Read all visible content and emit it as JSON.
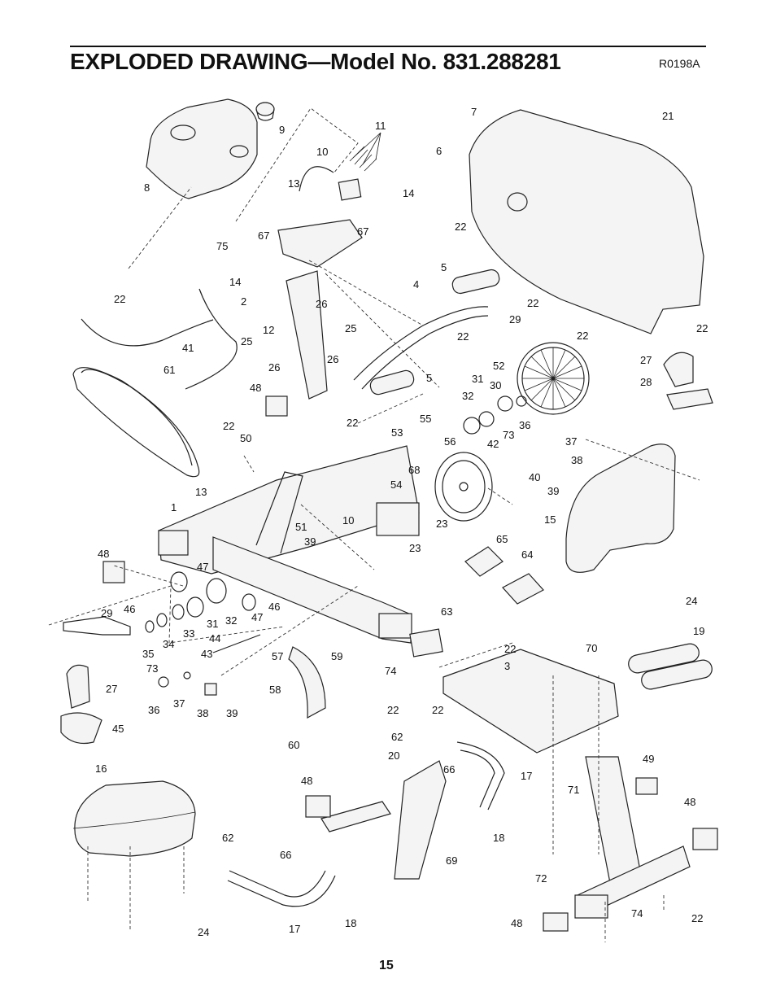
{
  "header": {
    "title": "EXPLODED DRAWING—Model No. 831.288281",
    "ref": "R0198A"
  },
  "footer": {
    "page_number": "15"
  },
  "labels": [
    {
      "id": "l1",
      "text": "9"
    },
    {
      "id": "l2",
      "text": "11"
    },
    {
      "id": "l3",
      "text": "10"
    },
    {
      "id": "l4",
      "text": "13"
    },
    {
      "id": "l5",
      "text": "14"
    },
    {
      "id": "l6",
      "text": "67"
    },
    {
      "id": "l7",
      "text": "8"
    },
    {
      "id": "l8",
      "text": "67"
    },
    {
      "id": "l9",
      "text": "75"
    },
    {
      "id": "l10",
      "text": "14"
    },
    {
      "id": "l11",
      "text": "2"
    },
    {
      "id": "l12",
      "text": "22"
    },
    {
      "id": "l13",
      "text": "12"
    },
    {
      "id": "l14",
      "text": "26"
    },
    {
      "id": "l15",
      "text": "25"
    },
    {
      "id": "l16",
      "text": "25"
    },
    {
      "id": "l17",
      "text": "26"
    },
    {
      "id": "l18",
      "text": "26"
    },
    {
      "id": "l19",
      "text": "41"
    },
    {
      "id": "l20",
      "text": "61"
    },
    {
      "id": "l21",
      "text": "48"
    },
    {
      "id": "l22",
      "text": "22"
    },
    {
      "id": "l23",
      "text": "50"
    },
    {
      "id": "l24",
      "text": "13"
    },
    {
      "id": "l25",
      "text": "1"
    },
    {
      "id": "l26",
      "text": "7"
    },
    {
      "id": "l27",
      "text": "21"
    },
    {
      "id": "l28",
      "text": "6"
    },
    {
      "id": "l29",
      "text": "22"
    },
    {
      "id": "l30",
      "text": "5"
    },
    {
      "id": "l31",
      "text": "4"
    },
    {
      "id": "l32",
      "text": "22"
    },
    {
      "id": "l33",
      "text": "22"
    },
    {
      "id": "l34",
      "text": "22"
    },
    {
      "id": "l35",
      "text": "22"
    },
    {
      "id": "l36",
      "text": "29"
    },
    {
      "id": "l37",
      "text": "27"
    },
    {
      "id": "l38",
      "text": "28"
    },
    {
      "id": "l39",
      "text": "5"
    },
    {
      "id": "l40",
      "text": "22"
    },
    {
      "id": "l41",
      "text": "52"
    },
    {
      "id": "l42",
      "text": "31"
    },
    {
      "id": "l43",
      "text": "30"
    },
    {
      "id": "l44",
      "text": "32"
    },
    {
      "id": "l45",
      "text": "55"
    },
    {
      "id": "l46",
      "text": "53"
    },
    {
      "id": "l47",
      "text": "56"
    },
    {
      "id": "l48",
      "text": "42"
    },
    {
      "id": "l49",
      "text": "73"
    },
    {
      "id": "l50",
      "text": "36"
    },
    {
      "id": "l51",
      "text": "37"
    },
    {
      "id": "l52",
      "text": "38"
    },
    {
      "id": "l53",
      "text": "40"
    },
    {
      "id": "l54",
      "text": "39"
    },
    {
      "id": "l55",
      "text": "68"
    },
    {
      "id": "l56",
      "text": "54"
    },
    {
      "id": "l57",
      "text": "23"
    },
    {
      "id": "l58",
      "text": "15"
    },
    {
      "id": "l59",
      "text": "51"
    },
    {
      "id": "l60",
      "text": "10"
    },
    {
      "id": "l61",
      "text": "39"
    },
    {
      "id": "l62",
      "text": "23"
    },
    {
      "id": "l63",
      "text": "65"
    },
    {
      "id": "l64",
      "text": "64"
    },
    {
      "id": "l65",
      "text": "24"
    },
    {
      "id": "l66",
      "text": "48"
    },
    {
      "id": "l67",
      "text": "47"
    },
    {
      "id": "l68",
      "text": "46"
    },
    {
      "id": "l69",
      "text": "29"
    },
    {
      "id": "l70",
      "text": "47"
    },
    {
      "id": "l71",
      "text": "46"
    },
    {
      "id": "l72",
      "text": "35"
    },
    {
      "id": "l73",
      "text": "34"
    },
    {
      "id": "l74",
      "text": "33"
    },
    {
      "id": "l75",
      "text": "31"
    },
    {
      "id": "l76",
      "text": "32"
    },
    {
      "id": "l77",
      "text": "44"
    },
    {
      "id": "l78",
      "text": "43"
    },
    {
      "id": "l79",
      "text": "63"
    },
    {
      "id": "l80",
      "text": "19"
    },
    {
      "id": "l81",
      "text": "73"
    },
    {
      "id": "l82",
      "text": "27"
    },
    {
      "id": "l83",
      "text": "37"
    },
    {
      "id": "l84",
      "text": "36"
    },
    {
      "id": "l85",
      "text": "38"
    },
    {
      "id": "l86",
      "text": "39"
    },
    {
      "id": "l87",
      "text": "45"
    },
    {
      "id": "l88",
      "text": "57"
    },
    {
      "id": "l89",
      "text": "59"
    },
    {
      "id": "l90",
      "text": "58"
    },
    {
      "id": "l91",
      "text": "60"
    },
    {
      "id": "l92",
      "text": "74"
    },
    {
      "id": "l93",
      "text": "22"
    },
    {
      "id": "l94",
      "text": "22"
    },
    {
      "id": "l95",
      "text": "22"
    },
    {
      "id": "l96",
      "text": "3"
    },
    {
      "id": "l97",
      "text": "70"
    },
    {
      "id": "l98",
      "text": "62"
    },
    {
      "id": "l99",
      "text": "20"
    },
    {
      "id": "l100",
      "text": "49"
    },
    {
      "id": "l101",
      "text": "16"
    },
    {
      "id": "l102",
      "text": "48"
    },
    {
      "id": "l103",
      "text": "66"
    },
    {
      "id": "l104",
      "text": "17"
    },
    {
      "id": "l105",
      "text": "71"
    },
    {
      "id": "l106",
      "text": "48"
    },
    {
      "id": "l107",
      "text": "18"
    },
    {
      "id": "l108",
      "text": "69"
    },
    {
      "id": "l109",
      "text": "62"
    },
    {
      "id": "l110",
      "text": "66"
    },
    {
      "id": "l111",
      "text": "72"
    },
    {
      "id": "l112",
      "text": "17"
    },
    {
      "id": "l113",
      "text": "18"
    },
    {
      "id": "l114",
      "text": "24"
    },
    {
      "id": "l115",
      "text": "74"
    },
    {
      "id": "l116",
      "text": "22"
    },
    {
      "id": "l117",
      "text": "48"
    }
  ]
}
